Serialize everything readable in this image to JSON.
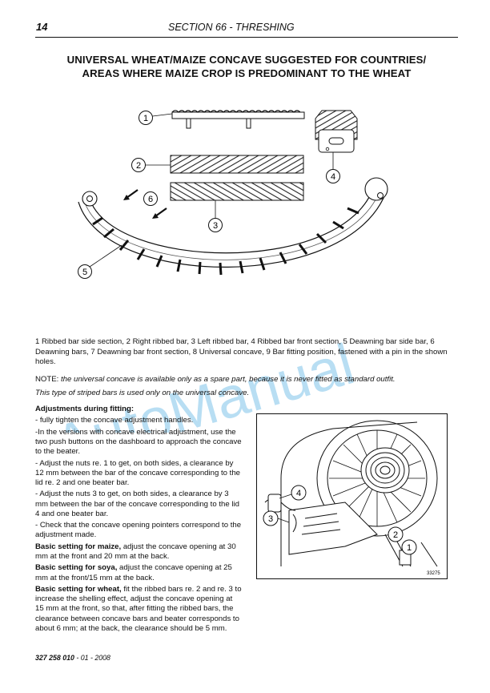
{
  "header": {
    "page_number": "14",
    "section": "SECTION 66 - THRESHING"
  },
  "title": {
    "line1": "UNIVERSAL WHEAT/MAIZE CONCAVE SUGGESTED FOR COUNTRIES/",
    "line2": "AREAS WHERE MAIZE CROP IS PREDOMINANT TO THE WHEAT"
  },
  "figure_top": {
    "callouts": [
      "1",
      "2",
      "3",
      "4",
      "5",
      "6"
    ]
  },
  "caption": "1 Ribbed bar side section, 2 Right ribbed bar, 3 Left ribbed bar, 4 Ribbed bar front section, 5 Deawning bar side bar, 6 Deawning bars, 7 Deawning bar front section, 8 Universal concave, 9 Bar fitting position, fastened with a pin in the shown holes.",
  "note": {
    "label": "NOTE:",
    "text": " the universal concave is available only as a spare part, because it is never fitted as standard outfit.",
    "line2": "This type of striped bars is used only on the universal concave."
  },
  "adjustments": {
    "heading": "Adjustments during fitting:",
    "items": [
      "- fully tighten the concave adjustment handles.",
      "-In the versions with concave electrical adjustment, use the two push buttons on the dashboard to approach the concave to the beater.",
      "- Adjust the nuts re. 1 to get, on both sides, a clearance by 12 mm between the bar of the concave corresponding to the lid re. 2 and one beater bar.",
      "- Adjust the nuts 3 to get, on both sides, a clearance by 3 mm between the bar of the concave corresponding to the lid 4 and one beater bar.",
      "- Check that the concave opening pointers correspond to the adjustment made."
    ],
    "maize_label": "Basic setting for maize,",
    "maize_text": " adjust the concave opening at 30 mm at the front and 20 mm at the back.",
    "soya_label": "Basic setting for soya,",
    "soya_text": " adjust the concave opening at 25 mm at the front/15 mm at the back.",
    "wheat_label": "Basic setting for wheat,",
    "wheat_text": " fit the ribbed bars re. 2 and re. 3 to increase the shelling effect, adjust the concave opening at 15 mm at the front, so that, after fitting the ribbed bars, the clearance between concave bars and beater corresponds to about 6 mm; at the back, the clearance should be 5 mm."
  },
  "figure_right": {
    "callouts": [
      "4",
      "3",
      "2",
      "1"
    ],
    "code": "33275"
  },
  "footer": {
    "code": "327 258 010",
    "date": " - 01 - 2008"
  },
  "watermark": "AutoManual",
  "colors": {
    "watermark": "#7ec3ea",
    "ink": "#111111"
  }
}
